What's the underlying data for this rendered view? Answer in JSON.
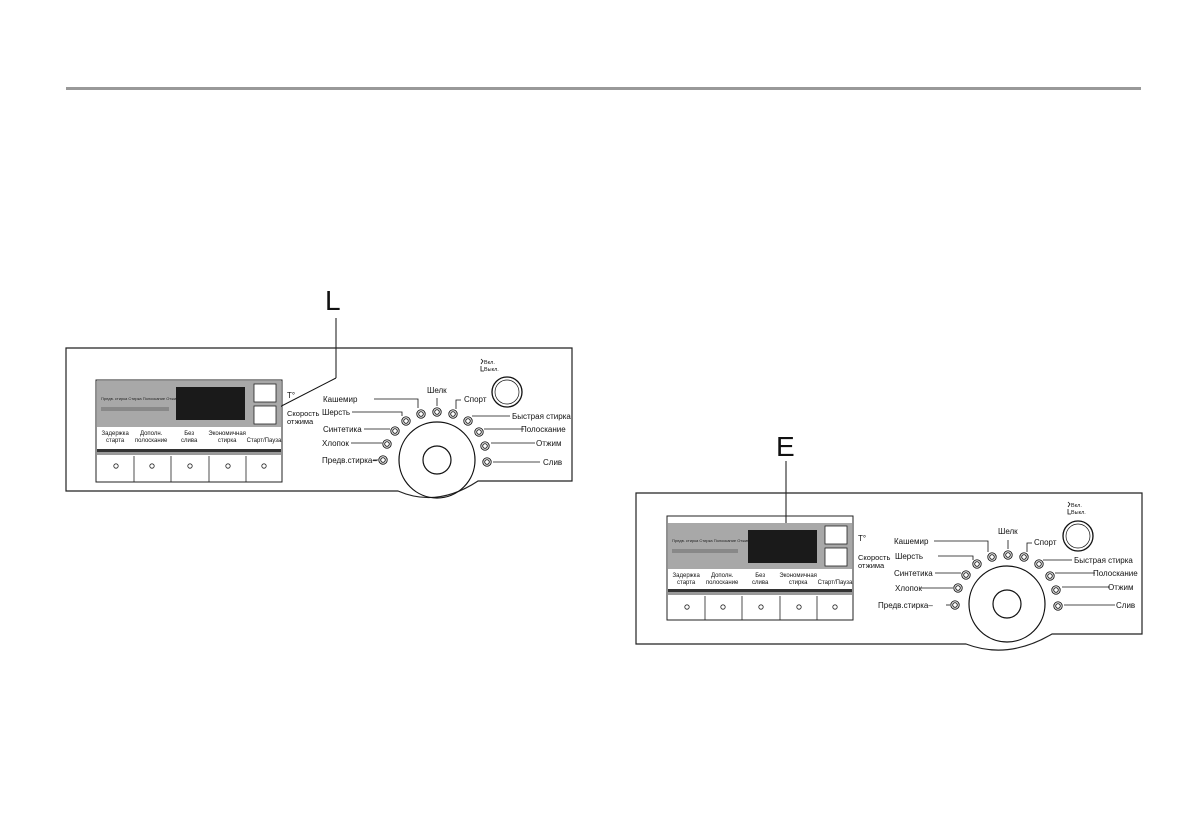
{
  "callouts": {
    "left": "L",
    "right": "E"
  },
  "panel": {
    "temp_label": "T°",
    "spin_label": [
      "Скорость",
      "отжима"
    ],
    "display_strip": "Предв. стирка Стирка Полоскание Отжим",
    "power_on": "Вкл.",
    "power_off": "Выкл.",
    "buttons": [
      [
        "Задержка",
        "старта"
      ],
      [
        "Дополн.",
        "полоскание"
      ],
      [
        "Без",
        "слива"
      ],
      [
        "Экономичная",
        "стирка"
      ],
      [
        "Старт/Пауза"
      ]
    ],
    "programs": {
      "silk": "Шелк",
      "sport": "Спорт",
      "cashmere": "Кашемир",
      "wool": "Шерсть",
      "synthetics": "Синтетика",
      "cotton": "Хлопок",
      "prewash": "Предв.стирка",
      "quick_wash": "Быстрая  стирка",
      "rinse": "Полоскание",
      "spin": "Отжим",
      "drain": "Слив"
    }
  }
}
